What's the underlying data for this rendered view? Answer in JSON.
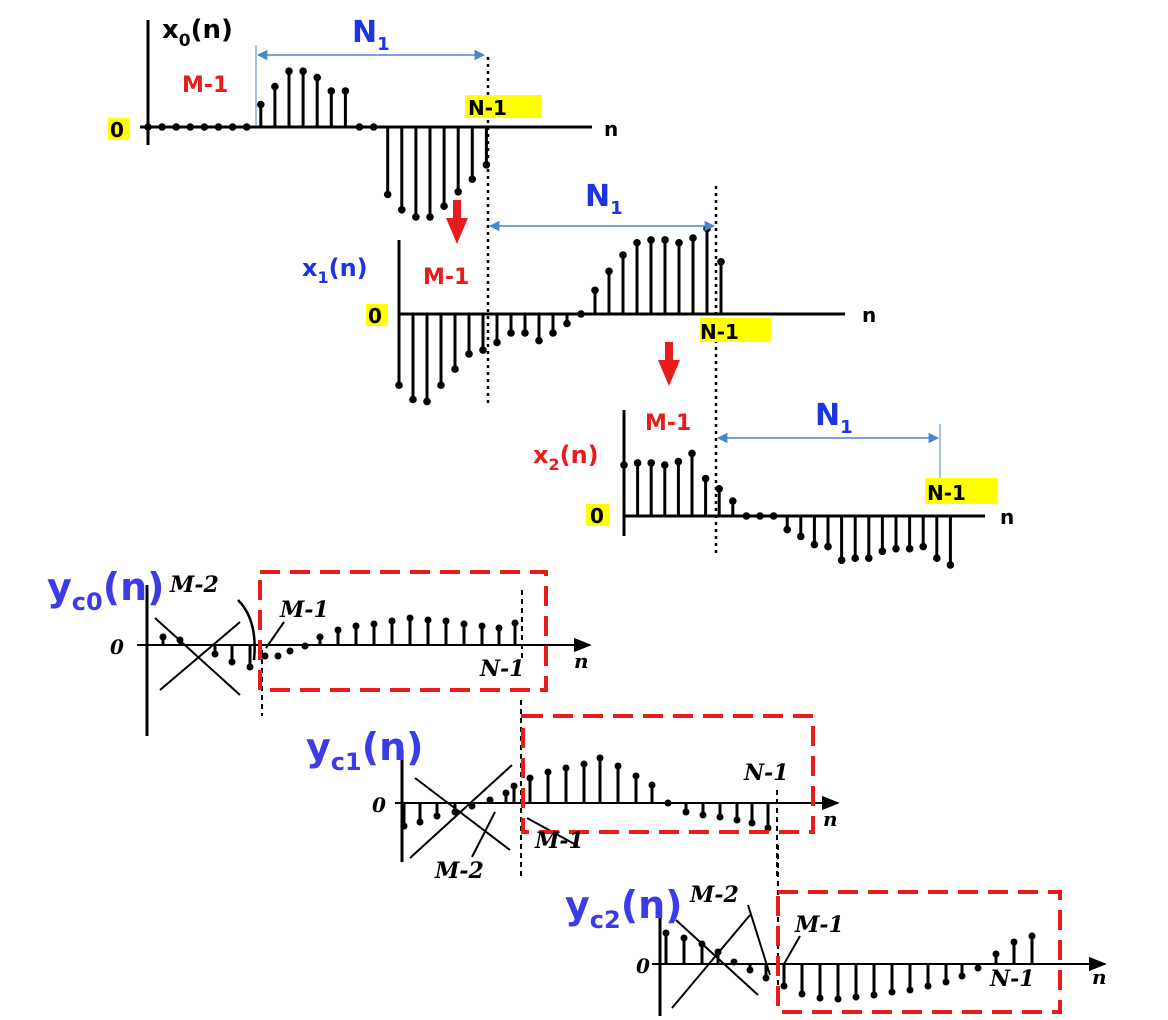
{
  "colors": {
    "red": "#e81c1c",
    "blue": "#3b3be8",
    "label_blue": "#1d35e0",
    "highlight": "#ffff00",
    "arrow_blue": "#4a86c8",
    "black": "#000000"
  },
  "x0": {
    "title": "x",
    "sub": "0",
    "arg": "(n)",
    "m1": "M-1",
    "n1": "N",
    "n1_sub": "1",
    "nm1": "N-1",
    "zero": "0",
    "axis": "n",
    "stems": [
      0,
      0,
      0,
      0,
      0,
      0,
      0,
      0,
      0.25,
      0.45,
      0.62,
      0.62,
      0.55,
      0.4,
      0.4,
      0,
      0,
      -0.75,
      -0.92,
      -1,
      -1,
      -0.88,
      -0.72,
      -0.58,
      -0.42
    ]
  },
  "x1": {
    "title": "x",
    "sub": "1",
    "arg": "(n)",
    "m1": "M-1",
    "n1": "N",
    "n1_sub": "1",
    "nm1": "N-1",
    "zero": "0",
    "axis": "n",
    "stems": [
      -0.75,
      -0.9,
      -0.92,
      -0.75,
      -0.58,
      -0.42,
      -0.38,
      -0.3,
      -0.2,
      -0.2,
      -0.28,
      -0.2,
      -0.1,
      0,
      0.25,
      0.45,
      0.62,
      0.75,
      0.78,
      0.78,
      0.75,
      0.8,
      0.9,
      0.55
    ]
  },
  "x2": {
    "title": "x",
    "sub": "2",
    "arg": "(n)",
    "m1": "M-1",
    "n1": "N",
    "n1_sub": "1",
    "nm1": "N-1",
    "zero": "0",
    "axis": "n",
    "stems": [
      0.75,
      0.78,
      0.78,
      0.75,
      0.8,
      0.92,
      0.55,
      0.4,
      0.22,
      0,
      0,
      0,
      -0.2,
      -0.3,
      -0.42,
      -0.45,
      -0.65,
      -0.62,
      -0.62,
      -0.52,
      -0.48,
      -0.48,
      -0.45,
      -0.62,
      -0.72
    ]
  },
  "yc0": {
    "title": "y",
    "sub": "c0",
    "arg": "(n)",
    "m2": "M-2",
    "m1": "M-1",
    "nm1": "N-1",
    "zero": "0",
    "axis": "n"
  },
  "yc1": {
    "title": "y",
    "sub": "c1",
    "arg": "(n)",
    "m2": "M-2",
    "m1": "M-1",
    "nm1": "N-1",
    "zero": "0",
    "axis": "n"
  },
  "yc2": {
    "title": "y",
    "sub": "c2",
    "arg": "(n)",
    "m2": "M-2",
    "m1": "M-1",
    "nm1": "N-1",
    "zero": "0",
    "axis": "n"
  }
}
